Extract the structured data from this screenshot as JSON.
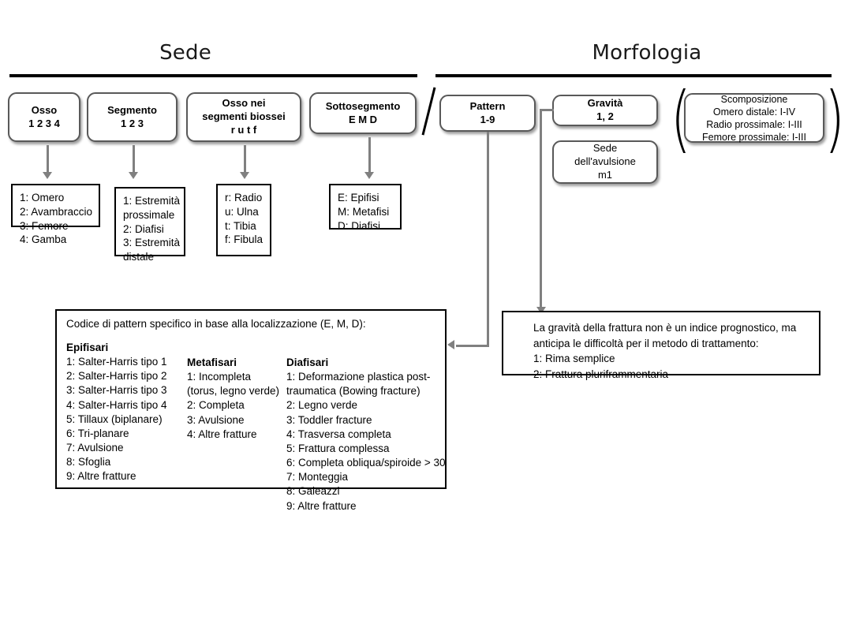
{
  "sections": {
    "left_title": "Sede",
    "right_title": "Morfologia"
  },
  "top_boxes": {
    "osso": {
      "line1": "Osso",
      "line2": "1 2 3 4"
    },
    "segmento": {
      "line1": "Segmento",
      "line2": "1 2 3"
    },
    "osso_biossei": {
      "line1": "Osso nei",
      "line2": "segmenti biossei",
      "line3": "r u t f"
    },
    "sottosegmento": {
      "line1": "Sottosegmento",
      "line2": "E M D"
    },
    "pattern": {
      "line1": "Pattern",
      "line2": "1-9"
    },
    "gravita": {
      "line1": "Gravità",
      "line2": "1, 2"
    },
    "sede_avulsione": {
      "line1": "Sede",
      "line2": "dell'avulsione",
      "line3": "m1"
    },
    "scomposizione": {
      "line1": "Scomposizione",
      "line2": "Omero distale: I-IV",
      "line3": "Radio prossimale: I-III",
      "line4": "Femore prossimale: I-III"
    }
  },
  "detail_boxes": {
    "osso_codes": [
      "1: Omero",
      "2: Avambraccio",
      "3: Femore",
      "4: Gamba"
    ],
    "segmento_codes": [
      "1: Estremità",
      "prossimale",
      "2: Diafisi",
      "3: Estremità",
      "distale"
    ],
    "biossei_codes": [
      "r: Radio",
      "u: Ulna",
      "t: Tibia",
      "f: Fibula"
    ],
    "sottosegmento_codes": [
      "E: Epifisi",
      "M: Metafisi",
      "D: Diafisi"
    ]
  },
  "pattern_panel": {
    "intro": "Codice di pattern specifico in base alla localizzazione (E, M, D):",
    "columns": [
      {
        "heading": "Epifisari",
        "items": [
          "1: Salter-Harris tipo 1",
          "2: Salter-Harris tipo 2",
          "3: Salter-Harris tipo 3",
          "4: Salter-Harris tipo 4",
          "5: Tillaux (biplanare)",
          "6: Tri-planare",
          "7: Avulsione",
          "8: Sfoglia",
          "9: Altre fratture"
        ]
      },
      {
        "heading": "Metafisari",
        "items": [
          "1: Incompleta",
          "(torus, legno verde)",
          "2: Completa",
          "3: Avulsione",
          "4: Altre fratture"
        ]
      },
      {
        "heading": "Diafisari",
        "items": [
          "1: Deformazione plastica post-",
          "traumatica (Bowing fracture)",
          "2: Legno verde",
          "3: Toddler fracture",
          "4: Trasversa completa",
          "5: Frattura complessa",
          "6: Completa obliqua/spiroide > 30",
          "7: Monteggia",
          "8: Galeazzi",
          "9: Altre fratture"
        ]
      }
    ]
  },
  "gravita_panel": {
    "lines": [
      "La gravità della frattura non è un indice prognostico, ma",
      "anticipa le difficoltà per il metodo di trattamento:",
      "1: Rima semplice",
      "2: Frattura pluriframmentaria"
    ]
  },
  "symbols": {
    "paren_open": "(",
    "paren_close": ")"
  },
  "colors": {
    "box_border": "#595959",
    "detail_border": "#000000",
    "connector": "#808080",
    "rule": "#000000"
  }
}
